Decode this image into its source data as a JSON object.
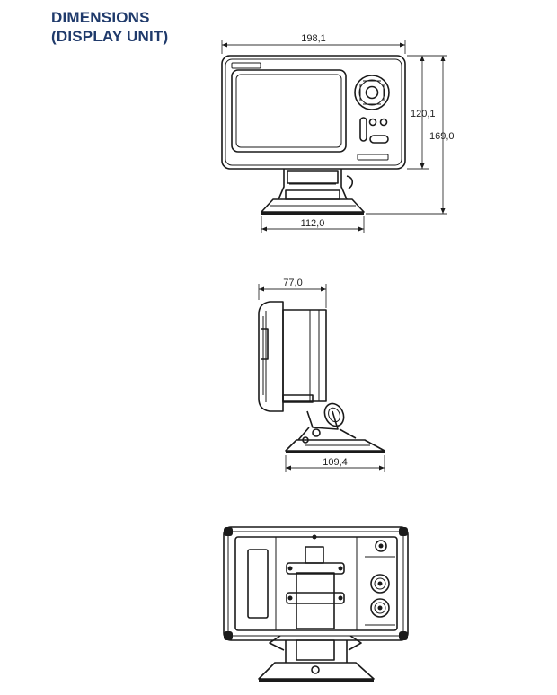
{
  "heading": {
    "line1": "DIMENSIONS",
    "line2": "(DISPLAY UNIT)"
  },
  "front_view": {
    "width": "198,1",
    "height_display": "120,1",
    "height_total": "169,0",
    "base_width": "112,0"
  },
  "side_view": {
    "depth": "77,0",
    "base_depth": "109,4"
  }
}
